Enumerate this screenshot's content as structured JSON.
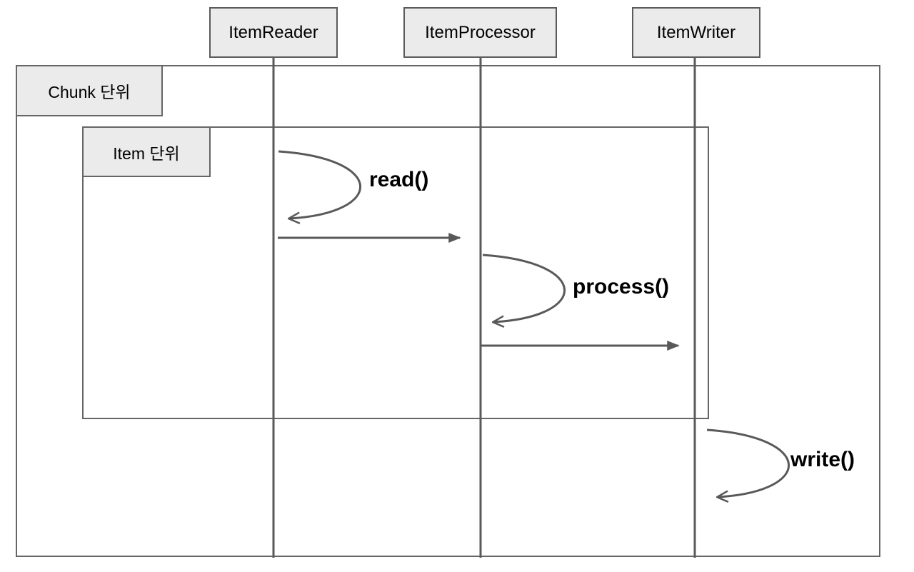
{
  "diagram": {
    "type": "sequence-diagram",
    "participants": [
      {
        "label": "ItemReader"
      },
      {
        "label": "ItemProcessor"
      },
      {
        "label": "ItemWriter"
      }
    ],
    "frames": {
      "chunk": {
        "label": "Chunk 단위"
      },
      "item": {
        "label": "Item 단위"
      }
    },
    "messages": {
      "read": {
        "label": "read()",
        "type": "self-call",
        "on": "ItemReader"
      },
      "reader_to_processor": {
        "label": "",
        "type": "message",
        "from": "ItemReader",
        "to": "ItemProcessor"
      },
      "process": {
        "label": "process()",
        "type": "self-call",
        "on": "ItemProcessor"
      },
      "processor_to_writer": {
        "label": "",
        "type": "message",
        "from": "ItemProcessor",
        "to": "ItemWriter"
      },
      "write": {
        "label": "write()",
        "type": "self-call",
        "on": "ItemWriter"
      }
    },
    "colors": {
      "background": "#ffffff",
      "box_fill": "#ebebeb",
      "box_border": "#5b5b5b",
      "frame_border": "#666666",
      "line": "#595959",
      "text": "#000000"
    }
  }
}
